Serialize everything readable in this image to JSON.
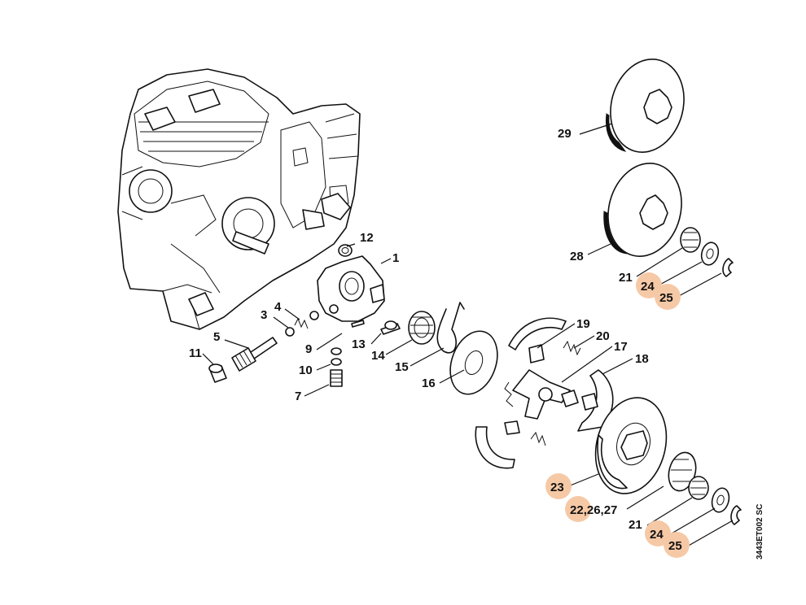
{
  "labels": {
    "p1": "1",
    "p3": "3",
    "p4": "4",
    "p5": "5",
    "p7": "7",
    "p9": "9",
    "p10": "10",
    "p11": "11",
    "p12": "12",
    "p13": "13",
    "p14": "14",
    "p15": "15",
    "p16": "16",
    "p17": "17",
    "p18": "18",
    "p19": "19",
    "p20": "20",
    "p21a": "21",
    "p21b": "21",
    "p22": "22",
    "p22rest": ",26,27",
    "p23": "23",
    "p24a": "24",
    "p24b": "24",
    "p25a": "25",
    "p25b": "25",
    "p28": "28",
    "p29": "29"
  },
  "drawing_code": "3443ET002 SC",
  "highlight_color": "#f6c9a6",
  "line_color": "#111111"
}
